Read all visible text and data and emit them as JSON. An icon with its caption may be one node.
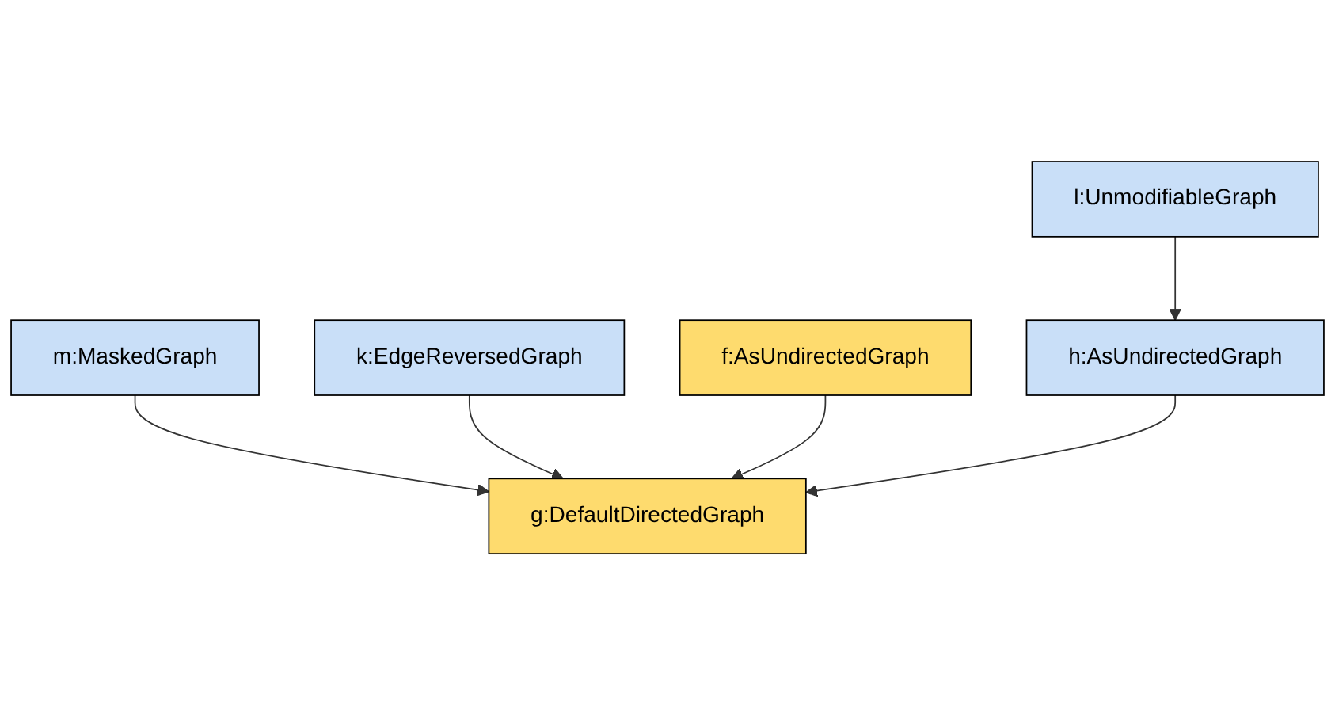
{
  "diagram": {
    "nodes": [
      {
        "text": [
          "m:MaskedGraph"
        ]
      },
      {
        "text": [
          "l:UnmodifiableGraph"
        ]
      },
      {
        "text": [
          "k:EdgeReversedGraph"
        ]
      },
      {
        "text": [
          "f:AsUndirectedGraph"
        ]
      },
      {
        "text": [
          "h:AsUndirectedGraph"
        ]
      },
      {
        "text": [
          "g:DefaultDirectedGraph"
        ]
      }
    ],
    "edges": [
      {
        "from": 0,
        "to": 5,
        "arrow": "to"
      },
      {
        "from": 1,
        "to": 4,
        "arrow": "to"
      },
      {
        "from": 2,
        "to": 5,
        "arrow": "to"
      },
      {
        "from": 3,
        "to": 5,
        "arrow": "to"
      },
      {
        "from": 4,
        "to": 5,
        "arrow": "to"
      }
    ]
  }
}
